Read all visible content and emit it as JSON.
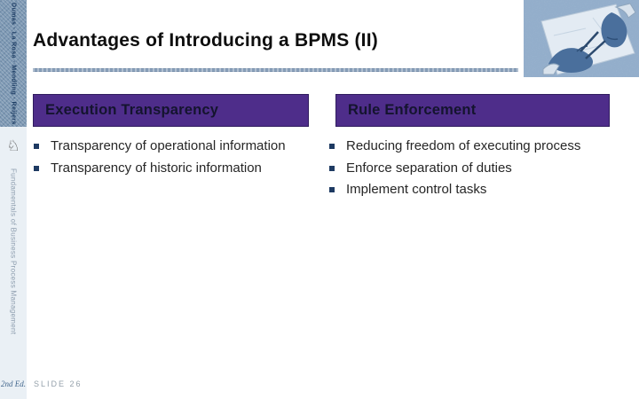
{
  "slide": {
    "title": "Advantages of Introducing a BPMS (II)",
    "slide_label": "SLIDE 26"
  },
  "sidebar": {
    "authors": "Dumas · La Rosa · Mendling · Reijers",
    "book_title": "Fundamentals of Business Process Management",
    "edition": "2nd Ed.",
    "knight_icon": "♘"
  },
  "columns": [
    {
      "header": "Execution Transparency",
      "bullets": [
        "Transparency of operational information",
        "Transparency of historic information"
      ]
    },
    {
      "header": "Rule Enforcement",
      "bullets": [
        "Reducing freedom of executing process",
        "Enforce separation of duties",
        "Implement control tasks"
      ]
    }
  ],
  "colors": {
    "header_bg": "#4e2d8a",
    "header_border": "#301c5e",
    "header_text": "#14142e",
    "bullet": "#1e3a62",
    "body_text": "#262626",
    "accent_line": "#8ba1bb",
    "spine_top_bg": "#7e99b4",
    "spine_top_text": "#1c3c63",
    "spine_bottom_bg": "#eaf0f5",
    "spine_book_text": "#8d9dae",
    "spine_edition_text": "#44688e",
    "slide_number_text": "#95a1ab",
    "title_text": "#0e0e0e"
  }
}
